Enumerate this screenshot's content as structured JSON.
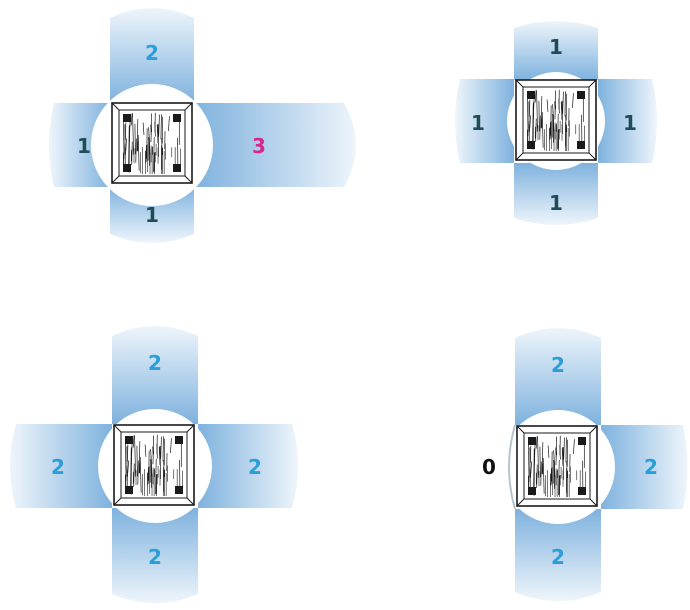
{
  "colors": {
    "arm_blue": "#8fbde3",
    "label_dark": "#1f4c57",
    "label_cyan": "#2a9ed8",
    "label_magenta": "#d9268a",
    "label_black": "#111111",
    "block_ink": "#1a1a1a"
  },
  "panels": [
    {
      "id": "top-left",
      "labels": {
        "top": "2",
        "left": "1",
        "right": "3",
        "bottom": "1"
      },
      "label_colors": {
        "top": "cyan",
        "left": "dark",
        "right": "magenta",
        "bottom": "dark"
      }
    },
    {
      "id": "top-right",
      "labels": {
        "top": "1",
        "left": "1",
        "right": "1",
        "bottom": "1"
      },
      "label_colors": {
        "top": "dark",
        "left": "dark",
        "right": "dark",
        "bottom": "dark"
      }
    },
    {
      "id": "bottom-left",
      "labels": {
        "top": "2",
        "left": "2",
        "right": "2",
        "bottom": "2"
      },
      "label_colors": {
        "top": "cyan",
        "left": "cyan",
        "right": "cyan",
        "bottom": "cyan"
      }
    },
    {
      "id": "bottom-right",
      "labels": {
        "top": "2",
        "left": "0",
        "right": "2",
        "bottom": "2"
      },
      "label_colors": {
        "top": "cyan",
        "left": "black",
        "right": "cyan",
        "bottom": "cyan"
      }
    }
  ]
}
